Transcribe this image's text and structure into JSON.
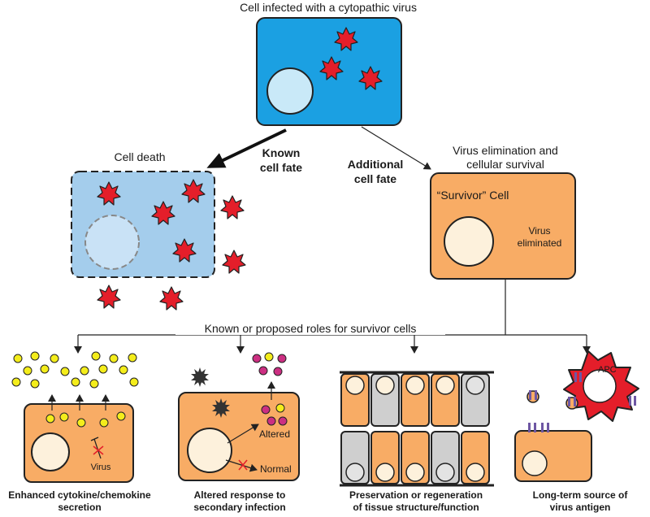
{
  "top": {
    "title": "Cell infected with a cytopathic virus"
  },
  "death": {
    "title": "Cell death"
  },
  "known_fate": {
    "line1": "Known",
    "line2": "cell fate"
  },
  "additional_fate": {
    "line1": "Additional",
    "line2": "cell fate"
  },
  "survival": {
    "title_line1": "Virus elimination and",
    "title_line2": "cellular survival",
    "cell_label": "“Survivor” Cell",
    "virus_line1": "Virus",
    "virus_line2": "eliminated"
  },
  "roles_title": "Known or proposed roles for survivor cells",
  "panels": {
    "cytokine": {
      "caption1": "Enhanced cytokine/chemokine",
      "caption2": "secretion",
      "virus": "Virus"
    },
    "secondary": {
      "caption1": "Altered response to",
      "caption2": "secondary infection",
      "altered": "Altered",
      "normal": "Normal"
    },
    "tissue": {
      "caption1": "Preservation or regeneration",
      "caption2": "of tissue structure/function"
    },
    "antigen": {
      "caption1": "Long-term source of",
      "caption2": "virus antigen",
      "apc": "APC"
    }
  },
  "colors": {
    "infected_cell": "#1ba0e2",
    "dead_cell": "#a4cdec",
    "survivor_cell": "#f8ac65",
    "nucleus_blue": "#c9e9f8",
    "nucleus_cream": "#fdf1dc",
    "virus": "#e41e2a",
    "cytokine": "#f4ed1b",
    "magenta": "#cc2f82",
    "grey_cell": "#cfcfcf",
    "purple": "#6e57a3"
  },
  "icons": [
    "virus-star-icon",
    "dark-spiky-virus-icon",
    "apc-cell-icon",
    "mhc-receptor-icon"
  ]
}
